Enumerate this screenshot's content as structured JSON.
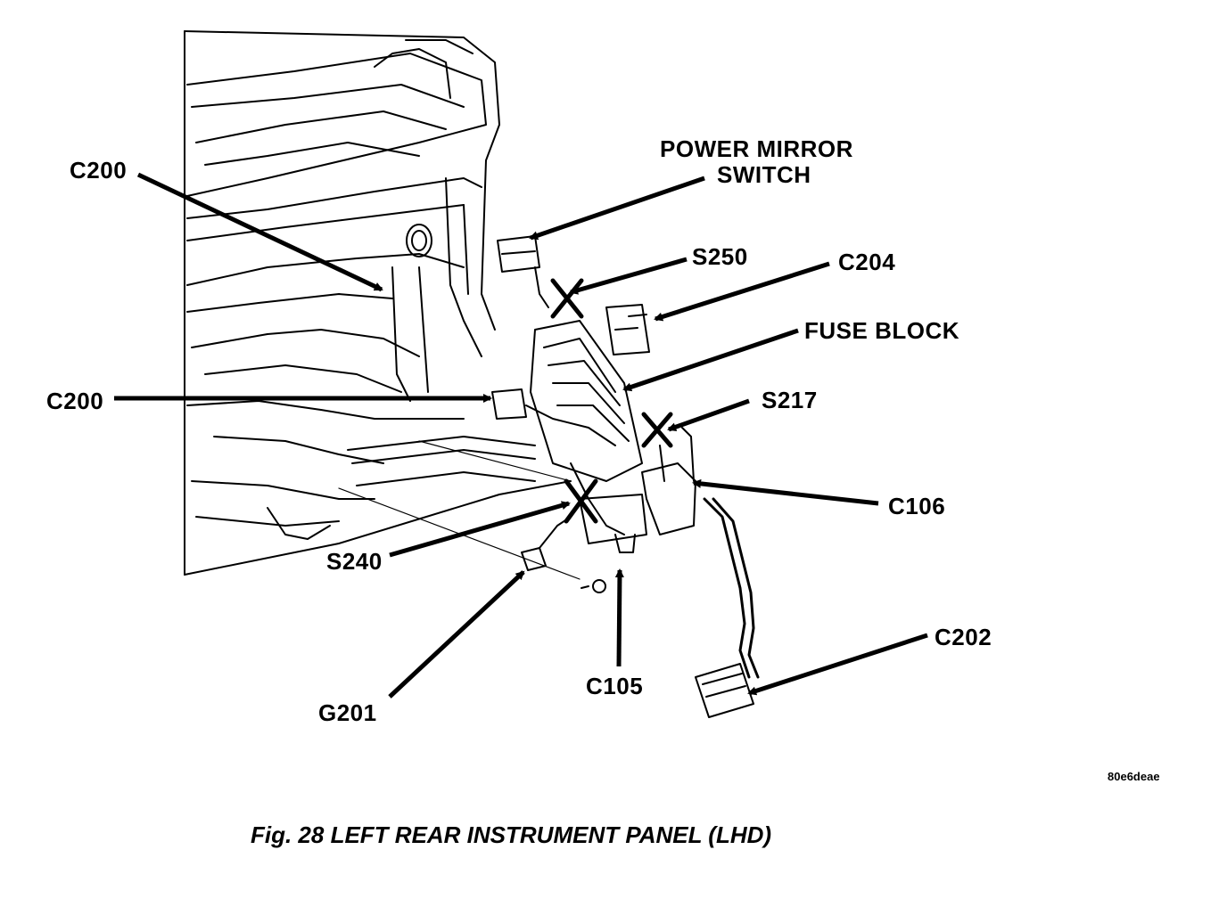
{
  "labels": {
    "c200_top": "C200",
    "power_mirror_line1": "POWER  MIRROR",
    "power_mirror_line2": "SWITCH",
    "s250": "S250",
    "c204": "C204",
    "fuse_block": "FUSE  BLOCK",
    "c200_mid": "C200",
    "s217": "S217",
    "c106": "C106",
    "s240": "S240",
    "c202": "C202",
    "g201": "G201",
    "c105": "C105"
  },
  "image_code": "80e6deae",
  "caption": "Fig. 28 LEFT REAR INSTRUMENT PANEL (LHD)",
  "colors": {
    "ink": "#000000",
    "paper": "#ffffff"
  }
}
